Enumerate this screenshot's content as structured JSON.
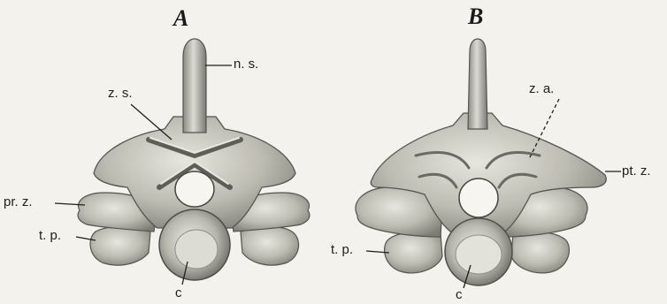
{
  "figures": [
    {
      "letter": "A",
      "labels": {
        "ns": "n. s.",
        "zs": "z. s.",
        "prz": "pr. z.",
        "tp": "t. p.",
        "c": "c"
      }
    },
    {
      "letter": "B",
      "labels": {
        "za": "z. a.",
        "ptz": "pt. z.",
        "tp": "t. p.",
        "c": "c"
      }
    }
  ]
}
